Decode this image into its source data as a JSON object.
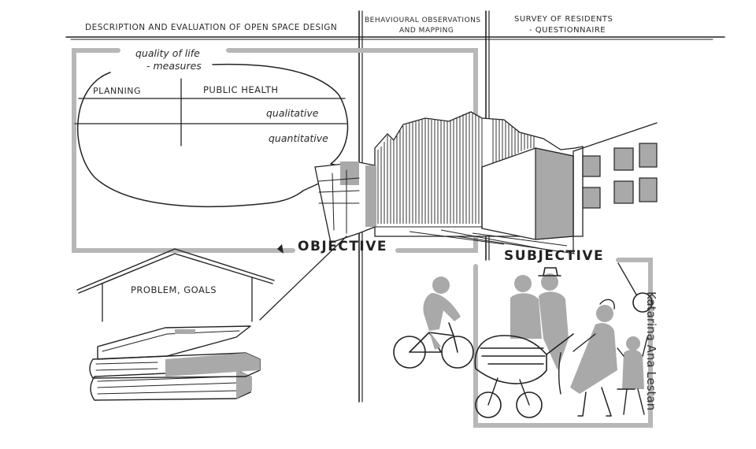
{
  "header": {
    "col1": "DESCRIPTION AND EVALUATION OF OPEN SPACE DESIGN",
    "col2_line1": "BEHAVIOURAL OBSERVATIONS",
    "col2_line2": "AND MAPPING",
    "col3_line1": "SURVEY OF RESIDENTS",
    "col3_line2": "- QUESTIONNAIRE"
  },
  "bubble": {
    "title_line1": "quality of life",
    "title_line2": "- measures",
    "planning": "PLANNING",
    "public_health": "PUBLIC HEALTH",
    "qualitative": "qualitative",
    "quantitative": "quantitative"
  },
  "house": {
    "label": "PROBLEM, GOALS"
  },
  "labels": {
    "objective": "OBJECTIVE",
    "subjective": "SUBJECTIVE"
  },
  "credit": "Katarina Ana Lestan",
  "colors": {
    "frame": "#b7b7b7",
    "fill_grey": "#a9a9a9",
    "ink": "#222222"
  }
}
